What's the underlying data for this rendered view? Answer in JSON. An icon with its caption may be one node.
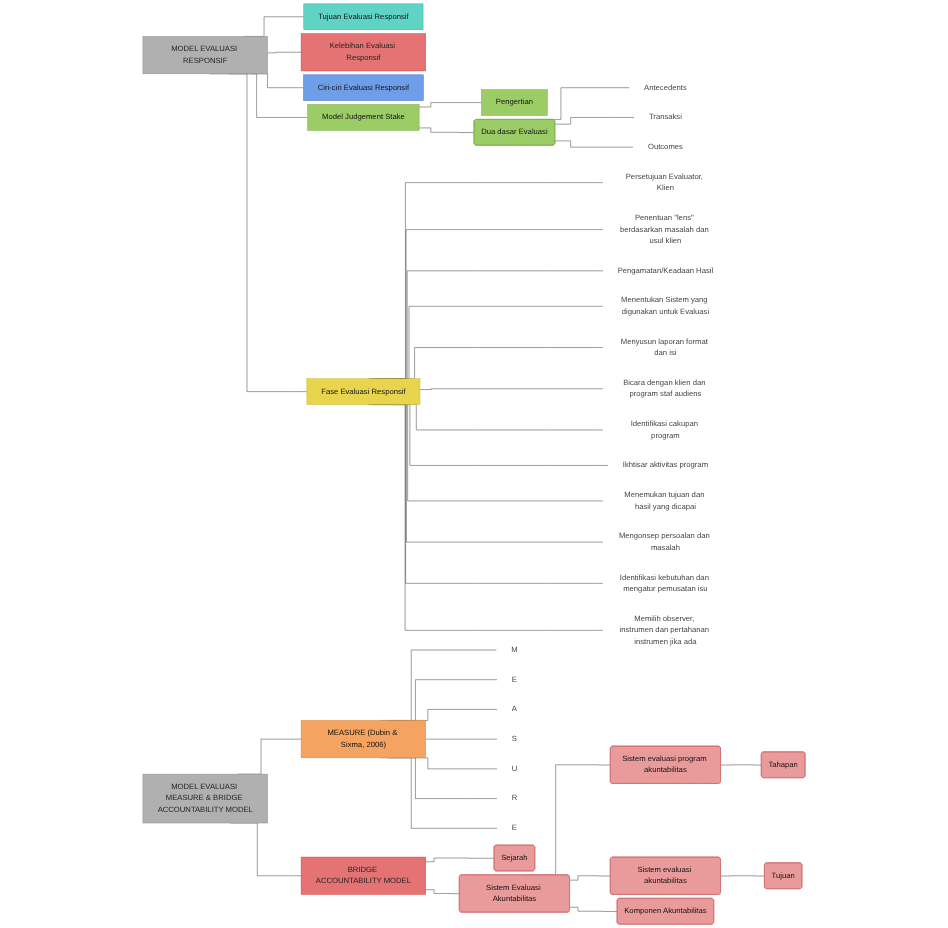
{
  "diagram": {
    "nodes": [
      {
        "text": [
          "MODEL EVALUASI RESPONSIF"
        ]
      },
      {
        "text": [
          "Tujuan Evaluasi Responsif"
        ]
      },
      {
        "text": [
          "Kelebihan Evaluasi Responsif"
        ]
      },
      {
        "text": [
          "Ciri-ciri Evaluasi Responsif"
        ]
      },
      {
        "text": [
          "Model Judgement Stake"
        ]
      },
      {
        "text": [
          "Pengertian"
        ]
      },
      {
        "text": [
          "Dua dasar Evaluasi"
        ]
      },
      {
        "text": [
          "Antecedents"
        ]
      },
      {
        "text": [
          "Transaksi"
        ]
      },
      {
        "text": [
          "Outcomes"
        ]
      },
      {
        "text": [
          "Fase Evaluasi Responsif"
        ]
      },
      {
        "text": [
          "Persetujuan Evaluator, Klien"
        ]
      },
      {
        "text": [
          "Penentuan \"lens\" berdasarkan masalah dan usul klien"
        ]
      },
      {
        "text": [
          "Pengamatan/Keadaan Hasil"
        ]
      },
      {
        "text": [
          "Menentukan Sistem yang digunakan untuk Evaluasi"
        ]
      },
      {
        "text": [
          "Menyusun laporan format dan isi"
        ]
      },
      {
        "text": [
          "Bicara dengan klien dan program staf audiens"
        ]
      },
      {
        "text": [
          "Identifikasi cakupan program"
        ]
      },
      {
        "text": [
          "Ikhtisar aktivitas program"
        ]
      },
      {
        "text": [
          "Menemukan tujuan dan hasil yang dicapai"
        ]
      },
      {
        "text": [
          "Mengonsep persoalan dan masalah"
        ]
      },
      {
        "text": [
          "Identifikasi kebutuhan dan mengatur pemusatan isu"
        ]
      },
      {
        "text": [
          "Memilih observer, instrumen dan pertahanan instrumen jika ada"
        ]
      },
      {
        "text": [
          "MODEL EVALUASI MEASURE & BRIDGE ACCOUNTABILITY MODEL"
        ]
      },
      {
        "text": [
          "MEASURE (Dubin & Sixma, 2006)"
        ]
      },
      {
        "text": [
          "M"
        ]
      },
      {
        "text": [
          "E"
        ]
      },
      {
        "text": [
          "A"
        ]
      },
      {
        "text": [
          "S"
        ]
      },
      {
        "text": [
          "U"
        ]
      },
      {
        "text": [
          "R"
        ]
      },
      {
        "text": [
          "E"
        ]
      },
      {
        "text": [
          "BRIDGE ACCOUNTABILITY MODEL"
        ]
      },
      {
        "text": [
          "Sejarah"
        ]
      },
      {
        "text": [
          "Sistem Evaluasi Akuntabilitas"
        ]
      },
      {
        "text": [
          "Sistem evaluasi program akuntabilitas"
        ]
      },
      {
        "text": [
          "Tahapan"
        ]
      },
      {
        "text": [
          "Sistem evaluasi akuntabilitas"
        ]
      },
      {
        "text": [
          "Tujuan"
        ]
      },
      {
        "text": [
          "Komponen Akuntabilitas"
        ]
      }
    ],
    "edges": [
      {
        "from": 0,
        "to": 1,
        "arrow": "none"
      },
      {
        "from": 0,
        "to": 2,
        "arrow": "none"
      },
      {
        "from": 0,
        "to": 3,
        "arrow": "none"
      },
      {
        "from": 0,
        "to": 4,
        "arrow": "none"
      },
      {
        "from": 4,
        "to": 5,
        "arrow": "none"
      },
      {
        "from": 4,
        "to": 6,
        "arrow": "none"
      },
      {
        "from": 6,
        "to": 7,
        "arrow": "none"
      },
      {
        "from": 6,
        "to": 8,
        "arrow": "none"
      },
      {
        "from": 6,
        "to": 9,
        "arrow": "none"
      },
      {
        "from": 0,
        "to": 10,
        "arrow": "none"
      },
      {
        "from": 10,
        "to": 11,
        "arrow": "none"
      },
      {
        "from": 10,
        "to": 12,
        "arrow": "none"
      },
      {
        "from": 10,
        "to": 13,
        "arrow": "none"
      },
      {
        "from": 10,
        "to": 14,
        "arrow": "none"
      },
      {
        "from": 10,
        "to": 15,
        "arrow": "none"
      },
      {
        "from": 10,
        "to": 16,
        "arrow": "none"
      },
      {
        "from": 10,
        "to": 17,
        "arrow": "none"
      },
      {
        "from": 10,
        "to": 18,
        "arrow": "none"
      },
      {
        "from": 10,
        "to": 19,
        "arrow": "none"
      },
      {
        "from": 10,
        "to": 20,
        "arrow": "none"
      },
      {
        "from": 10,
        "to": 21,
        "arrow": "none"
      },
      {
        "from": 10,
        "to": 22,
        "arrow": "none"
      },
      {
        "from": 23,
        "to": 24,
        "arrow": "none"
      },
      {
        "from": 24,
        "to": 25,
        "arrow": "none"
      },
      {
        "from": 24,
        "to": 26,
        "arrow": "none"
      },
      {
        "from": 24,
        "to": 27,
        "arrow": "none"
      },
      {
        "from": 24,
        "to": 28,
        "arrow": "none"
      },
      {
        "from": 24,
        "to": 29,
        "arrow": "none"
      },
      {
        "from": 24,
        "to": 30,
        "arrow": "none"
      },
      {
        "from": 24,
        "to": 31,
        "arrow": "none"
      },
      {
        "from": 23,
        "to": 32,
        "arrow": "none"
      },
      {
        "from": 32,
        "to": 33,
        "arrow": "none"
      },
      {
        "from": 32,
        "to": 34,
        "arrow": "none"
      },
      {
        "from": 34,
        "to": 35,
        "arrow": "none"
      },
      {
        "from": 35,
        "to": 36,
        "arrow": "none"
      },
      {
        "from": 34,
        "to": 37,
        "arrow": "none"
      },
      {
        "from": 37,
        "to": 38,
        "arrow": "none"
      },
      {
        "from": 34,
        "to": 39,
        "arrow": "none"
      }
    ]
  }
}
